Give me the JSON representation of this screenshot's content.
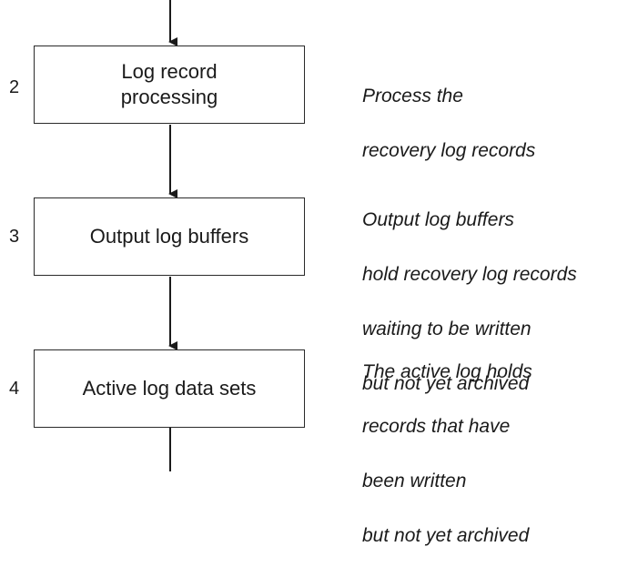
{
  "steps": [
    {
      "number": "2",
      "label": "Log record\nprocessing",
      "description": [
        "Process the",
        "recovery log records"
      ]
    },
    {
      "number": "3",
      "label": "Output log buffers",
      "description": [
        "Output log buffers",
        "hold recovery log records",
        "waiting to be written",
        "but not yet archived"
      ]
    },
    {
      "number": "4",
      "label": "Active log data sets",
      "description": [
        "The active log holds",
        "records that have",
        "been written",
        "but not yet archived"
      ]
    }
  ]
}
